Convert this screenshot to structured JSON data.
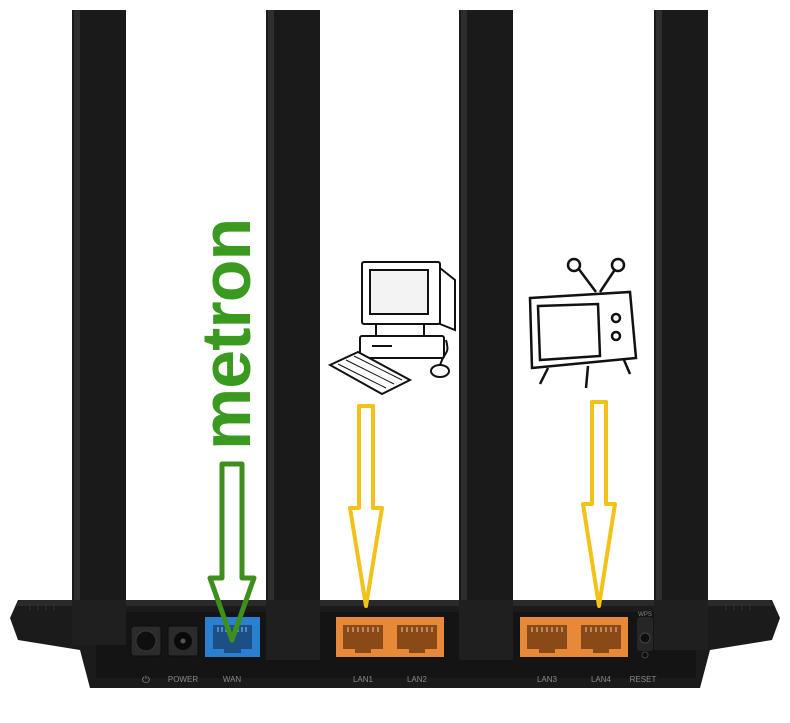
{
  "logo": {
    "text": "metron",
    "color": "#3a9a1f"
  },
  "router": {
    "body_color": "#1b1b1b",
    "power_symbol": "⏻",
    "labels": {
      "power_button": "⏻",
      "power": "POWER",
      "wan": "WAN",
      "lan1": "LAN1",
      "lan2": "LAN2",
      "lan3": "LAN3",
      "lan4": "LAN4",
      "reset": "RESET",
      "wps": "WPS"
    },
    "port_colors": {
      "wan": "#2a7fd0",
      "lan": "#e8893a"
    }
  },
  "arrows": {
    "wan_color": "#3f8f1c",
    "lan_color": "#f2c218"
  },
  "devices": {
    "computer": "computer-icon",
    "tv": "tv-icon"
  }
}
